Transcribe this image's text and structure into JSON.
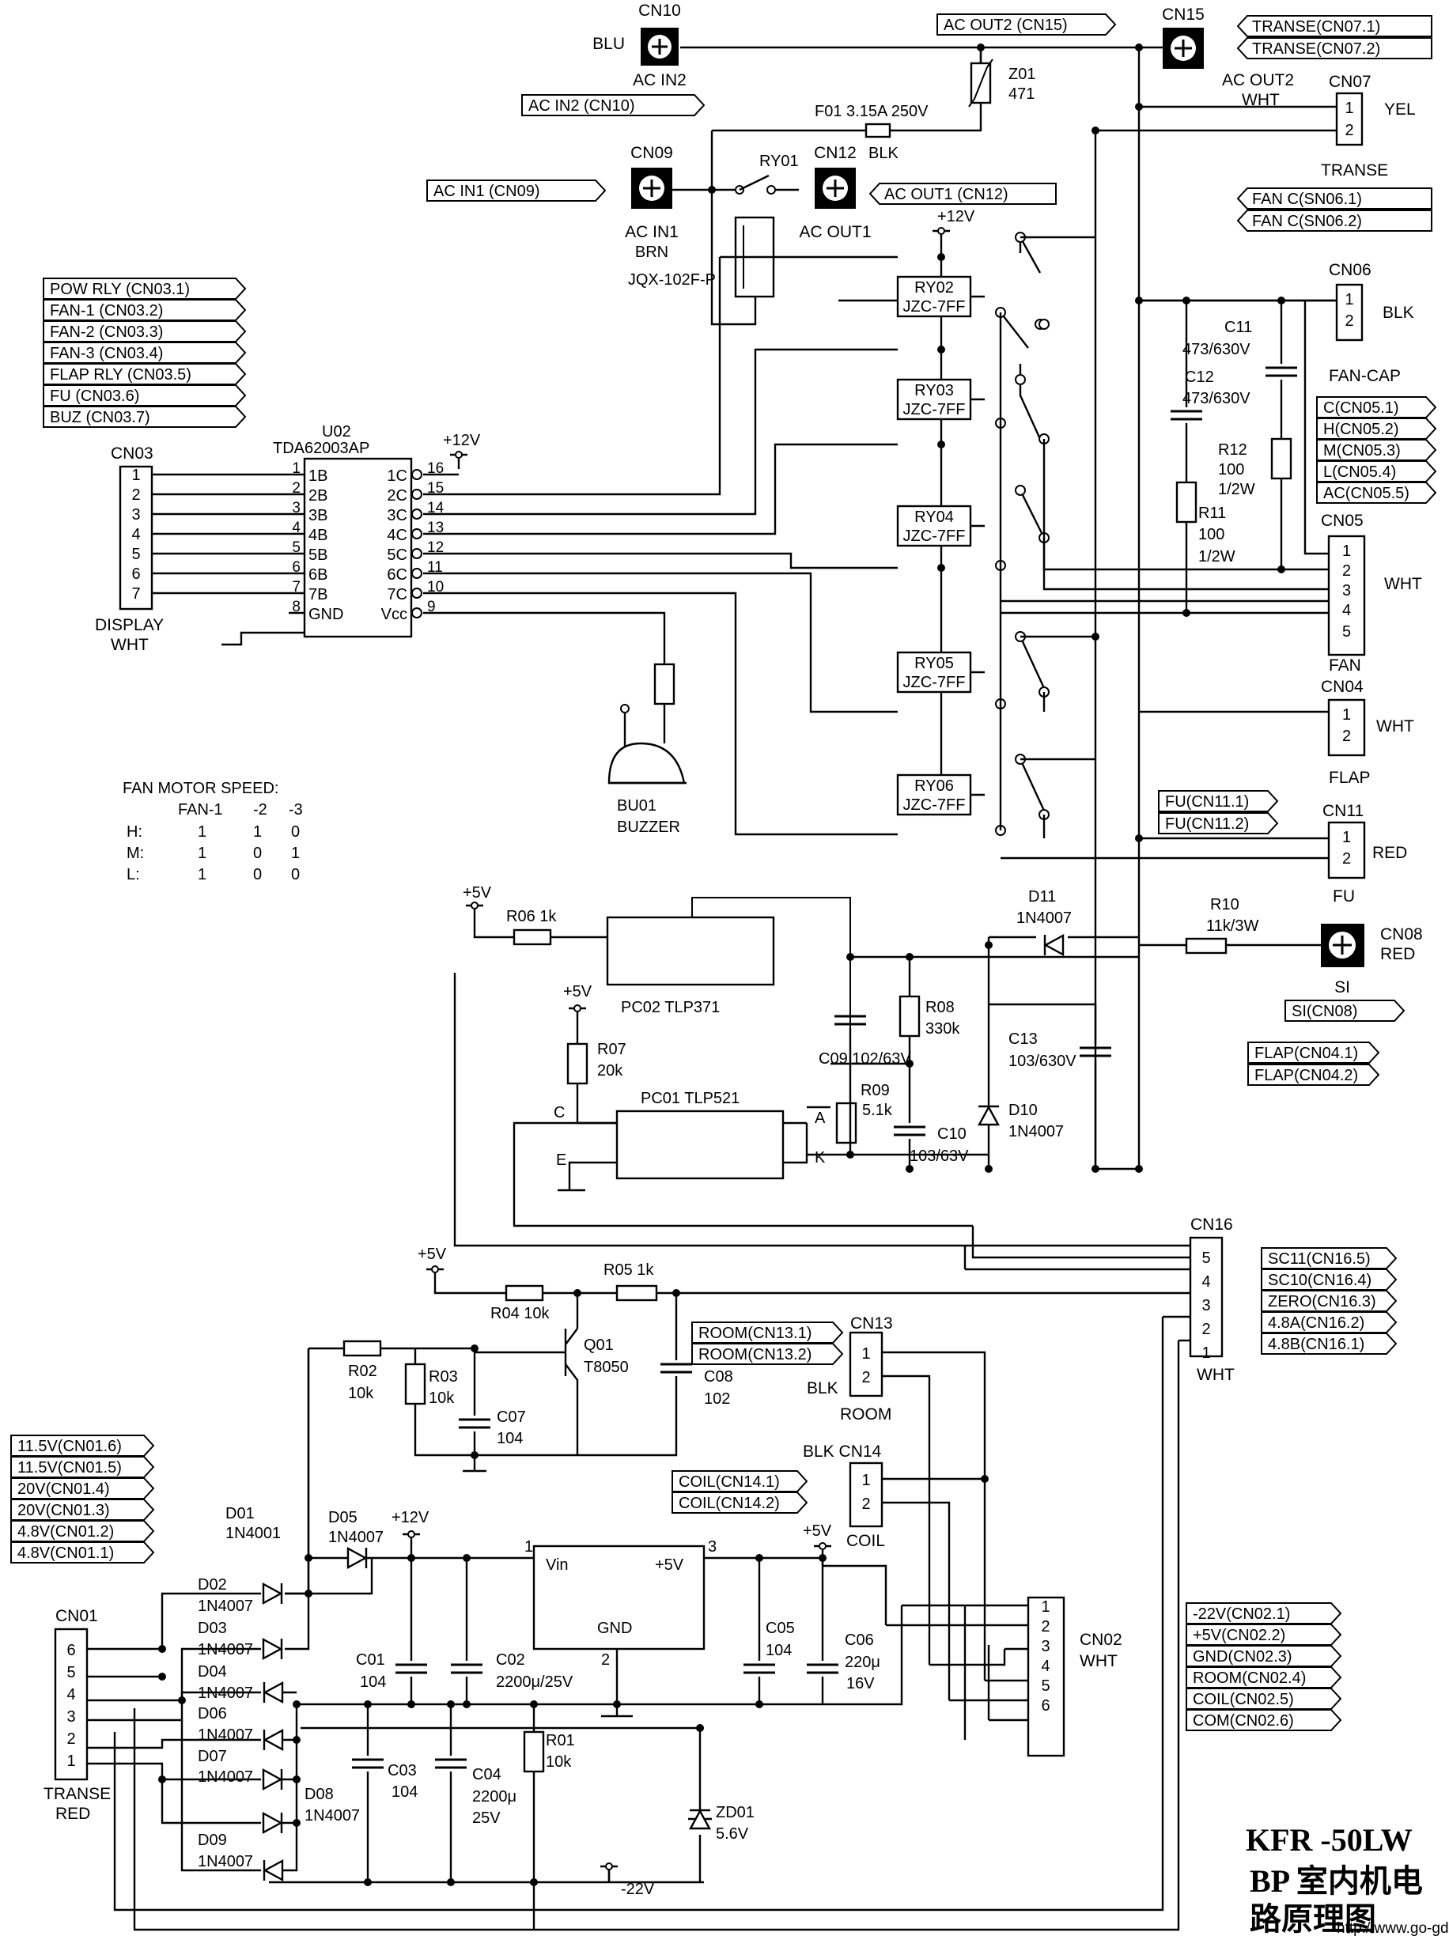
{
  "title": {
    "line1": "KFR  -50LW",
    "line2": "BP 室内机电",
    "line3": "路原理图",
    "watermark": "http://www.go-gddq.com"
  },
  "tags_left_top": [
    "POW RLY (CN03.1)",
    "FAN-1 (CN03.2)",
    "FAN-2 (CN03.3)",
    "FAN-3 (CN03.4)",
    "FLAP RLY (CN03.5)",
    "FU (CN03.6)",
    "BUZ (CN03.7)"
  ],
  "tags_ac": {
    "ac_in2": "AC IN2 (CN10)",
    "ac_in1": "AC IN1 (CN09)",
    "ac_out2": "AC OUT2 (CN15)",
    "ac_out1": "AC OUT1 (CN12)"
  },
  "tags_right": {
    "transe": [
      "TRANSE(CN07.1)",
      "TRANSE(CN07.2)"
    ],
    "fanc": [
      "FAN C(SN06.1)",
      "FAN C(SN06.2)"
    ],
    "fancap": [
      "C(CN05.1)",
      "H(CN05.2)",
      "M(CN05.3)",
      "L(CN05.4)",
      "AC(CN05.5)"
    ],
    "fu": [
      "FU(CN11.1)",
      "FU(CN11.2)"
    ],
    "si": "SI(CN08)",
    "flap": [
      "FLAP(CN04.1)",
      "FLAP(CN04.2)"
    ],
    "cn16": [
      "SC11(CN16.5)",
      "SC10(CN16.4)",
      "ZERO(CN16.3)",
      "4.8A(CN16.2)",
      "4.8B(CN16.1)"
    ],
    "cn02": [
      "-22V(CN02.1)",
      "+5V(CN02.2)",
      "GND(CN02.3)",
      "ROOM(CN02.4)",
      "COIL(CN02.5)",
      "COM(CN02.6)"
    ]
  },
  "tags_room": [
    "ROOM(CN13.1)",
    "ROOM(CN13.2)"
  ],
  "tags_coil": [
    "COIL(CN14.1)",
    "COIL(CN14.2)"
  ],
  "tags_cn01": [
    "11.5V(CN01.6)",
    "11.5V(CN01.5)",
    "20V(CN01.4)",
    "20V(CN01.3)",
    "4.8V(CN01.2)",
    "4.8V(CN01.1)"
  ],
  "fan_speed": {
    "title": "FAN MOTOR SPEED:",
    "header": [
      "FAN-1",
      "-2",
      "-3"
    ],
    "rows": [
      {
        "label": "H:",
        "vals": [
          "1",
          "1",
          "0"
        ]
      },
      {
        "label": "M:",
        "vals": [
          "1",
          "0",
          "1"
        ]
      },
      {
        "label": "L:",
        "vals": [
          "1",
          "0",
          "0"
        ]
      }
    ]
  },
  "connectors": {
    "cn10": {
      "name": "CN10",
      "sub": "AC IN2",
      "color": "BLU"
    },
    "cn09": {
      "name": "CN09",
      "sub": "AC IN1",
      "color": "BRN"
    },
    "cn12": {
      "name": "CN12",
      "sub": "AC OUT1"
    },
    "cn15": {
      "name": "CN15",
      "sub": "AC OUT2",
      "color": "WHT"
    },
    "cn07": {
      "name": "CN07",
      "color": "YEL",
      "caption": "TRANSE",
      "pins": [
        "1",
        "2"
      ]
    },
    "cn06": {
      "name": "CN06",
      "color": "BLK",
      "caption": "FAN-CAP",
      "pins": [
        "1",
        "2"
      ]
    },
    "cn05": {
      "name": "CN05",
      "color": "WHT",
      "caption": "FAN",
      "pins": [
        "1",
        "2",
        "3",
        "4",
        "5"
      ]
    },
    "cn04": {
      "name": "CN04",
      "color": "WHT",
      "caption": "FLAP",
      "pins": [
        "1",
        "2"
      ]
    },
    "cn11": {
      "name": "CN11",
      "color": "RED",
      "caption": "FU",
      "pins": [
        "1",
        "2"
      ]
    },
    "cn08": {
      "name": "CN08",
      "color": "RED",
      "sub": "SI"
    },
    "cn03": {
      "name": "CN03",
      "caption1": "DISPLAY",
      "caption2": "WHT",
      "pins": [
        "1",
        "2",
        "3",
        "4",
        "5",
        "6",
        "7"
      ]
    },
    "cn16": {
      "name": "CN16",
      "caption": "WHT",
      "pins": [
        "5",
        "4",
        "3",
        "2",
        "1"
      ]
    },
    "cn13": {
      "name": "CN13",
      "color": "BLK",
      "caption": "ROOM",
      "pins": [
        "1",
        "2"
      ]
    },
    "cn14": {
      "name": "BLK CN14",
      "caption": "COIL",
      "pins": [
        "1",
        "2"
      ]
    },
    "cn02": {
      "name": "CN02",
      "color": "WHT",
      "pins": [
        "1",
        "2",
        "3",
        "4",
        "5",
        "6"
      ]
    },
    "cn01": {
      "name": "CN01",
      "caption1": "TRANSE",
      "caption2": "RED",
      "pins": [
        "6",
        "5",
        "4",
        "3",
        "2",
        "1"
      ]
    }
  },
  "u02": {
    "ref": "U02",
    "part": "TDA62003AP",
    "left_pins": [
      [
        "1",
        "1B"
      ],
      [
        "2",
        "2B"
      ],
      [
        "3",
        "3B"
      ],
      [
        "4",
        "4B"
      ],
      [
        "5",
        "5B"
      ],
      [
        "6",
        "6B"
      ],
      [
        "7",
        "7B"
      ],
      [
        "8",
        "GND"
      ]
    ],
    "right_pins": [
      [
        "16",
        "1C"
      ],
      [
        "15",
        "2C"
      ],
      [
        "14",
        "3C"
      ],
      [
        "13",
        "4C"
      ],
      [
        "12",
        "5C"
      ],
      [
        "11",
        "6C"
      ],
      [
        "10",
        "7C"
      ],
      [
        "9",
        "Vcc"
      ]
    ]
  },
  "relays": [
    {
      "ref": "RY01",
      "part": "JQX-102F-P"
    },
    {
      "ref": "RY02",
      "part": "JZC-7FF"
    },
    {
      "ref": "RY03",
      "part": "JZC-7FF"
    },
    {
      "ref": "RY04",
      "part": "JZC-7FF"
    },
    {
      "ref": "RY05",
      "part": "JZC-7FF"
    },
    {
      "ref": "RY06",
      "part": "JZC-7FF"
    }
  ],
  "parts": {
    "z01": [
      "Z01",
      "471"
    ],
    "f01": [
      "F01 3.15A 250V",
      "BLK"
    ],
    "c11": [
      "C11",
      "473/630V"
    ],
    "c12": [
      "C12",
      "473/630V"
    ],
    "r12": [
      "R12",
      "100",
      "1/2W"
    ],
    "r11": [
      "R11",
      "100",
      "1/2W"
    ],
    "d11": [
      "D11",
      "1N4007"
    ],
    "r10": [
      "R10",
      "11k/3W"
    ],
    "r06": "R06 1k",
    "pc02": "PC02 TLP371",
    "c09": "C09 102/63V",
    "r08": [
      "R08",
      "330k"
    ],
    "c13": [
      "C13",
      "103/630V"
    ],
    "r07": [
      "R07",
      "20k"
    ],
    "pc01": "PC01 TLP521",
    "r09": [
      "R09",
      "5.1k"
    ],
    "c10": [
      "C10",
      "103/63V"
    ],
    "d10": [
      "D10",
      "1N4007"
    ],
    "pins_pc01": [
      "C",
      "E",
      "A",
      "K"
    ],
    "r05": "R05 1k",
    "r04": "R04 10k",
    "q01": [
      "Q01",
      "T8050"
    ],
    "r02": [
      "R02",
      "10k"
    ],
    "r03": [
      "R03",
      "10k"
    ],
    "c07": [
      "C07",
      "104"
    ],
    "c08": [
      "C08",
      "102"
    ],
    "bu01": [
      "BU01",
      "BUZZER"
    ],
    "d01": [
      "D01",
      "1N4001"
    ],
    "d05": [
      "D05",
      "1N4007"
    ],
    "d02": [
      "D02",
      "1N4007"
    ],
    "d03": [
      "D03",
      "1N4007"
    ],
    "d04": [
      "D04",
      "1N4007"
    ],
    "d06": [
      "D06",
      "1N4007"
    ],
    "d07": [
      "D07",
      "1N4007"
    ],
    "d08": [
      "D08",
      "1N4007"
    ],
    "d09": [
      "D09",
      "1N4007"
    ],
    "c01": [
      "C01",
      "104"
    ],
    "c02": [
      "C02",
      "2200μ/25V"
    ],
    "c03": [
      "C03",
      "104"
    ],
    "c04": [
      "C04",
      "2200μ",
      "25V"
    ],
    "c05": [
      "C05",
      "104"
    ],
    "c06": [
      "C06",
      "220μ",
      "16V"
    ],
    "r01": [
      "R01",
      "10k"
    ],
    "zd01": [
      "ZD01",
      "5.6V"
    ],
    "reg": [
      "Vin",
      "+5V",
      "GND",
      "1",
      "3",
      "2"
    ]
  },
  "rails": {
    "p12": "+12V",
    "p5": "+5V",
    "m22": "-22V"
  }
}
